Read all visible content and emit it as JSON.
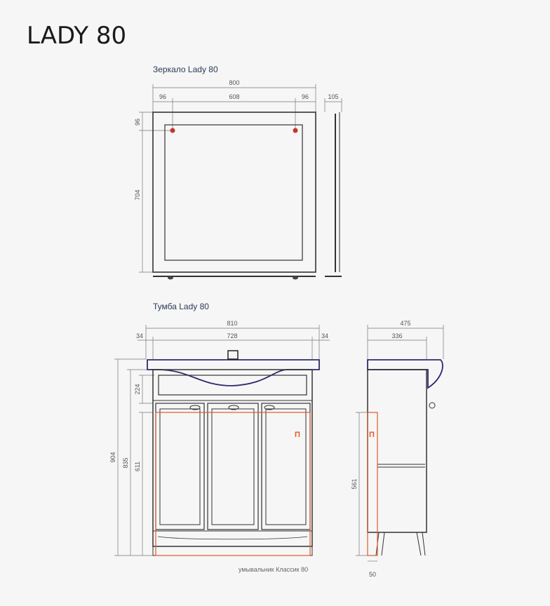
{
  "title": "LADY 80",
  "mirror": {
    "caption": "Зеркало Lady 80",
    "width": "800",
    "left_offset": "96",
    "hole_spacing": "608",
    "right_offset": "96",
    "depth": "105",
    "top_offset": "96",
    "hole_height": "704"
  },
  "cabinet": {
    "caption": "Тумба Lady 80",
    "width": "810",
    "left_overhang": "34",
    "inner_width": "728",
    "right_overhang": "34",
    "depth_total": "475",
    "depth_body": "336",
    "drawer_height": "224",
    "total_height": "904",
    "body_height": "835",
    "cutout_height": "611",
    "side_cutout_height": "561",
    "side_cutout_width": "50",
    "cutout_label_front": "П",
    "cutout_label_side": "П",
    "sink_note": "умывальник Классик 80"
  },
  "colors": {
    "line": "#333333",
    "dim_line": "#777777",
    "cutout": "#e05a2a",
    "sink_top": "#2e2a6e",
    "hole": "#c0392b"
  }
}
